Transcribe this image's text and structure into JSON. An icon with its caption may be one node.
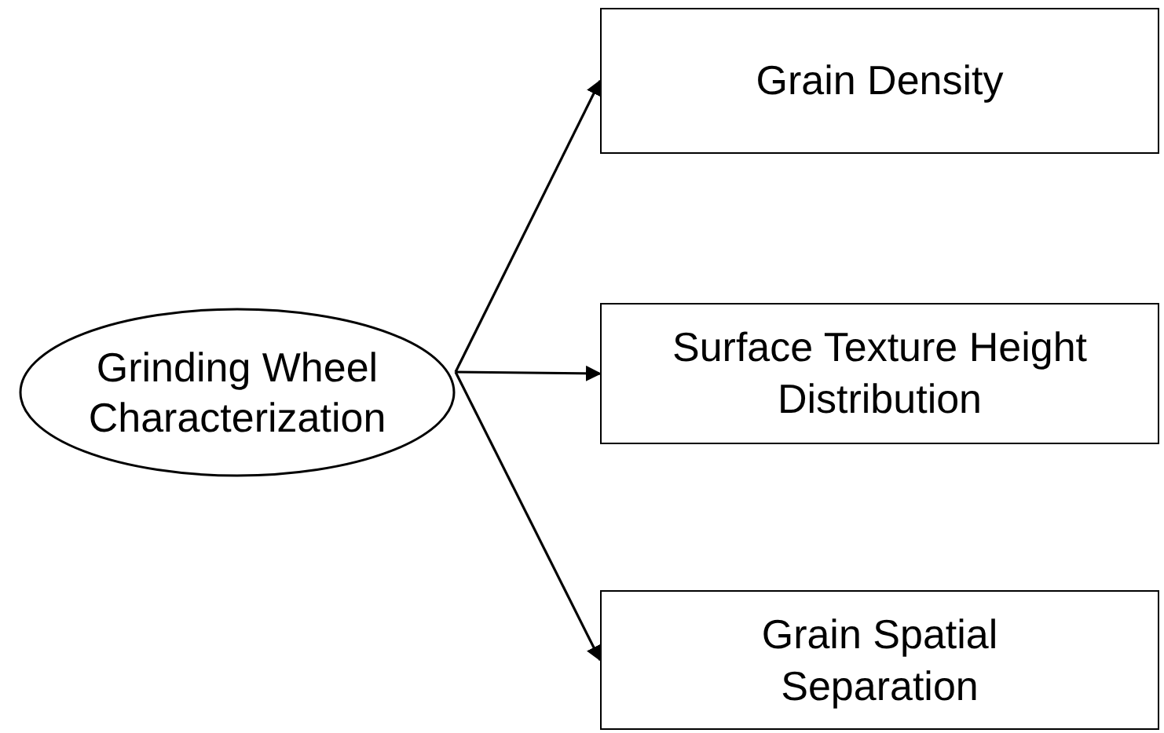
{
  "diagram": {
    "nodes": [
      {
        "text": [
          "Grinding Wheel Characterization"
        ]
      },
      {
        "text": [
          "Grain Density"
        ]
      },
      {
        "text": [
          "Surface Texture Height Distribution"
        ]
      },
      {
        "text": [
          "Grain Spatial Separation"
        ]
      }
    ],
    "edges": [
      {
        "from": 0,
        "to": 1,
        "arrow": "to"
      },
      {
        "from": 0,
        "to": 2,
        "arrow": "to"
      },
      {
        "from": 0,
        "to": 3,
        "arrow": "to"
      }
    ]
  }
}
